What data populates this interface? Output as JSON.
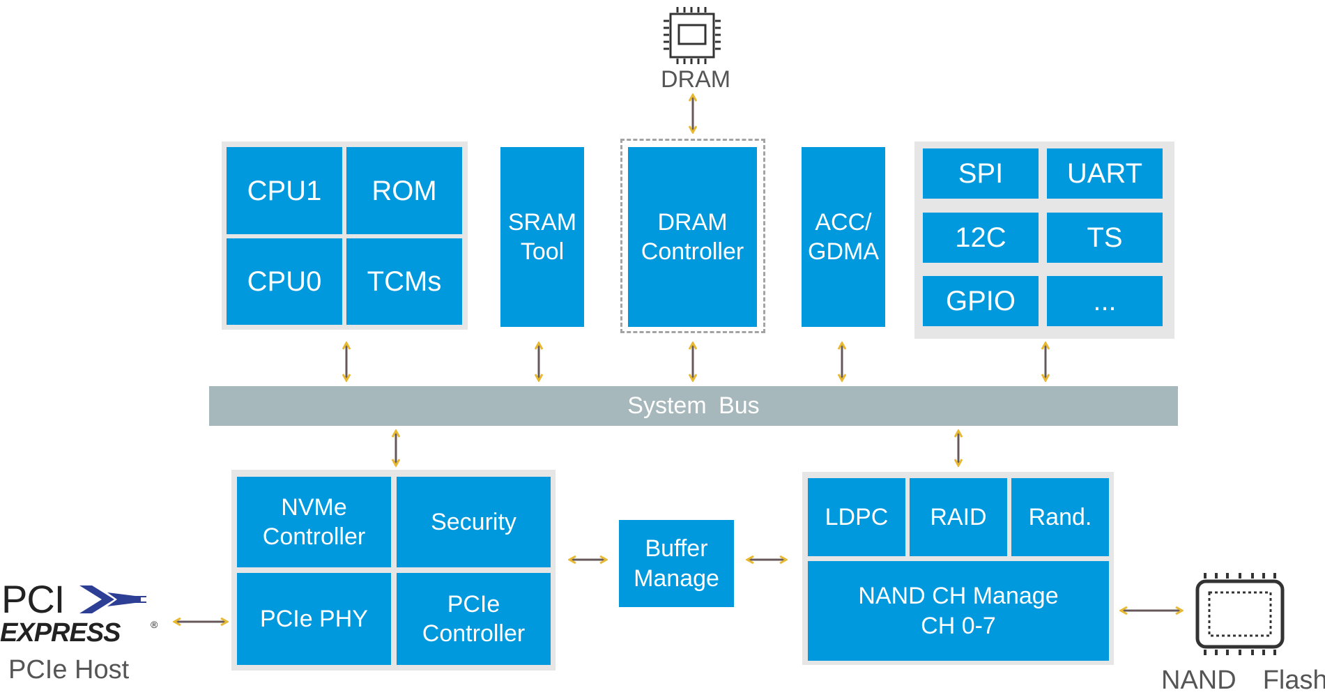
{
  "colors": {
    "block": "#0099dd",
    "panel": "#e6e6e6",
    "bus": "#a6b8bb",
    "arrow_line": "#66585a",
    "arrow_head": "#e8b830",
    "icon": "#333333"
  },
  "dram": {
    "label": "DRAM",
    "icon": "chip-icon"
  },
  "cpu_group": {
    "cpu1": "CPU1",
    "rom": "ROM",
    "cpu0": "CPU0",
    "tcms": "TCMs"
  },
  "sram": {
    "line1": "SRAM",
    "line2": "Tool"
  },
  "dram_controller": {
    "line1": "DRAM",
    "line2": "Controller"
  },
  "acc": {
    "line1": "ACC/",
    "line2": "GDMA"
  },
  "peripherals": {
    "spi": "SPI",
    "uart": "UART",
    "i2c": "12C",
    "ts": "TS",
    "gpio": "GPIO",
    "more": "..."
  },
  "system_bus": "System  Bus",
  "host_group": {
    "nvme_line1": "NVMe",
    "nvme_line2": "Controller",
    "security": "Security",
    "pcie_phy": "PCIe PHY",
    "pcie_ctrl_line1": "PCIe",
    "pcie_ctrl_line2": "Controller"
  },
  "buffer": {
    "line1": "Buffer",
    "line2": "Manage"
  },
  "nand_group": {
    "ldpc": "LDPC",
    "raid": "RAID",
    "rand": "Rand.",
    "manage_line1": "NAND CH Manage",
    "manage_line2": "CH 0-7"
  },
  "pcie_logo": {
    "pci": "PCI",
    "express": "EXPRESS",
    "registered": "®",
    "icon": "pci-express-logo"
  },
  "pcie_host_label": "PCIe Host",
  "nand_flash": {
    "label1": "NAND",
    "label2": "Flash",
    "icon": "flash-memory-icon"
  }
}
